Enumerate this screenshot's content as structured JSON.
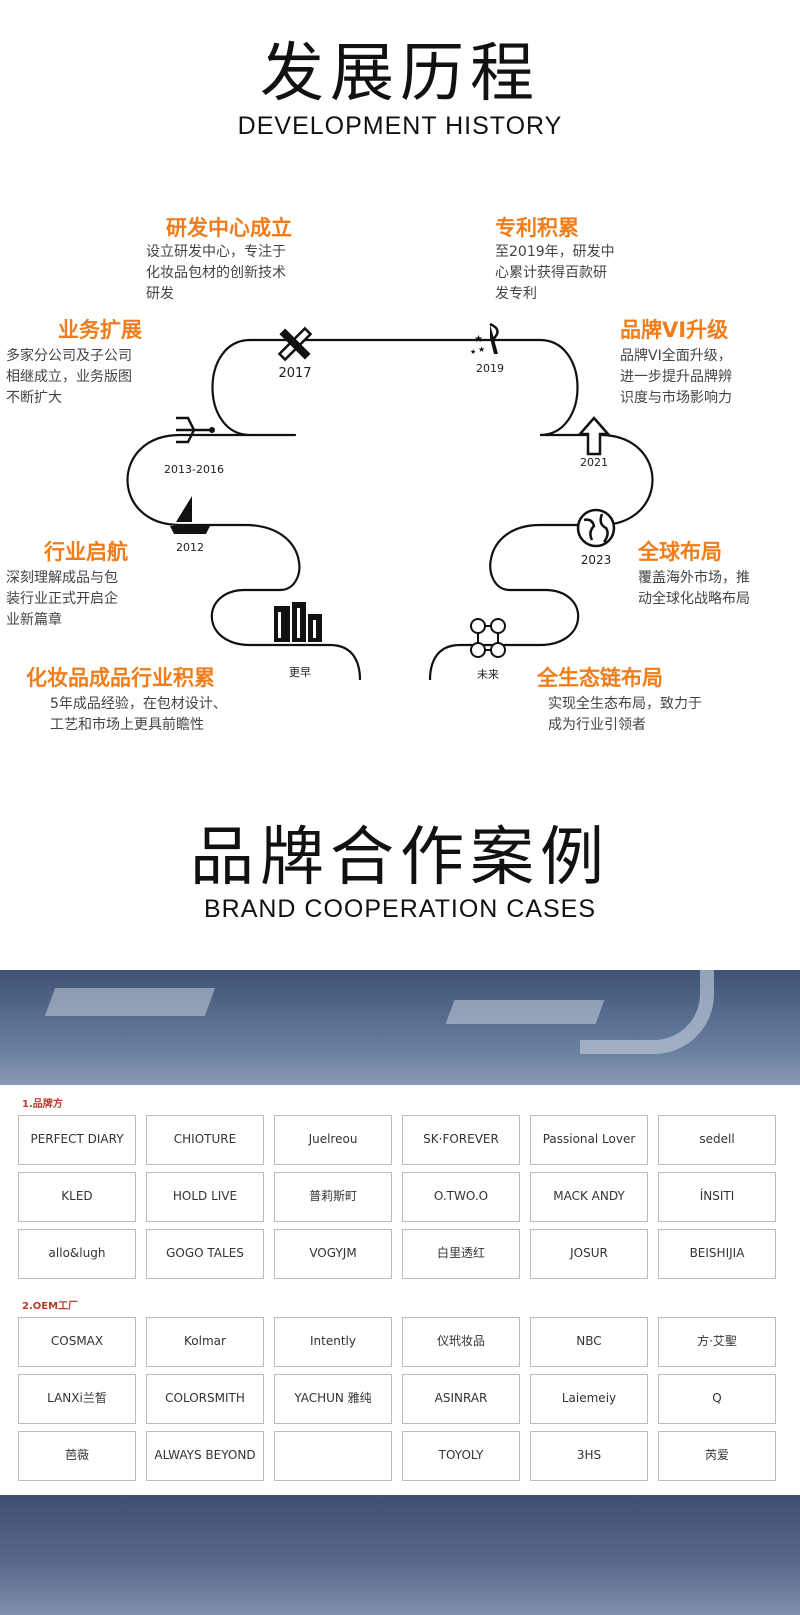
{
  "history": {
    "title": "发展历程",
    "subtitle": "DEVELOPMENT HISTORY",
    "milestones": [
      {
        "title": "研发中心成立",
        "desc": [
          "设立研发中心，专注于",
          "化妆品包材的创新技术",
          "研发"
        ]
      },
      {
        "title": "专利积累",
        "desc": [
          "至2019年，研发中",
          "心累计获得百款研",
          "发专利"
        ]
      },
      {
        "title": "业务扩展",
        "desc": [
          "多家分公司及子公司",
          "相继成立，业务版图",
          "不断扩大"
        ]
      },
      {
        "title": "品牌VI升级",
        "desc": [
          "品牌VI全面升级，",
          "进一步提升品牌辨",
          "识度与市场影响力"
        ]
      },
      {
        "title": "行业启航",
        "desc": [
          "深刻理解成品与包",
          "装行业正式开启企",
          "业新篇章"
        ]
      },
      {
        "title": "全球布局",
        "desc": [
          "覆盖海外市场，推",
          "动全球化战略布局"
        ]
      },
      {
        "title": "化妆品成品行业积累",
        "desc": [
          "5年成品经验，在包材设计、",
          "工艺和市场上更具前瞻性"
        ]
      },
      {
        "title": "全生态链布局",
        "desc": [
          "实现全生态布局，致力于",
          "成为行业引领者"
        ]
      }
    ],
    "years": [
      "2017",
      "2019",
      "2013-2016",
      "2021",
      "2012",
      "2023",
      "更早",
      "未来"
    ]
  },
  "brands": {
    "title": "品牌合作案例",
    "subtitle": "BRAND COOPERATION CASES",
    "section1_label": "1.品牌方",
    "section2_label": "2.OEM工厂",
    "brand_logos": [
      "PERFECT DIARY",
      "CHIOTURE",
      "Juelreou",
      "SK·FOREVER",
      "Passional Lover",
      "sedell",
      "KLED",
      "HOLD LIVE",
      "普莉斯町",
      "O.TWO.O",
      "MACK ANDY",
      "ÍNSITI",
      "allo&lugh",
      "GOGO TALES",
      "VOGYJM",
      "白里透红",
      "JOSUR",
      "BEISHIJIA"
    ],
    "oem_logos": [
      "COSMAX",
      "Kolmar",
      "Intently",
      "仪玳妆品",
      "NBC",
      "方·艾聖",
      "LANXi兰皙",
      "COLORSMITH",
      "YACHUN 雅纯",
      "ASINRAR",
      "Laiemeiy",
      "Q",
      "芭薇",
      "ALWAYS BEYOND",
      "",
      "TOYOLY",
      "3HS",
      "芮爱"
    ]
  },
  "colors": {
    "accent": "#f07d1a",
    "banner": "#5b6f8f"
  }
}
